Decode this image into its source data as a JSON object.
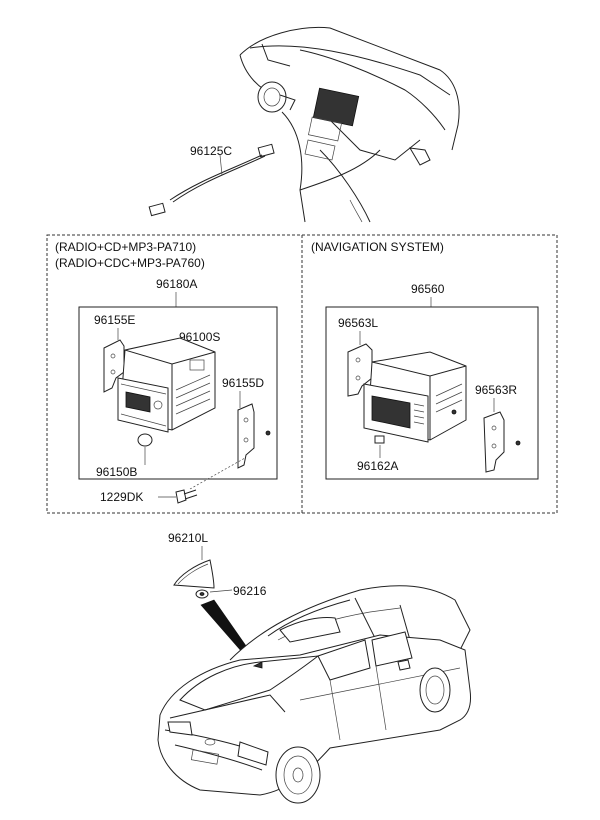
{
  "labels": {
    "wire": "96125C",
    "group1_line1": "(RADIO+CD+MP3-PA710)",
    "group1_line2": "(RADIO+CDC+MP3-PA760)",
    "group2_title": "(NAVIGATION SYSTEM)",
    "radio_assy": "96180A",
    "bracket_left": "96155E",
    "radio_unit": "96100S",
    "bracket_right": "96155D",
    "knob": "96150B",
    "bolt": "1229DK",
    "nav_assy": "96560",
    "nav_bracket_left": "96563L",
    "nav_bracket_right": "96563R",
    "nav_part": "96162A",
    "antenna": "96210L",
    "antenna_nut": "96216"
  }
}
